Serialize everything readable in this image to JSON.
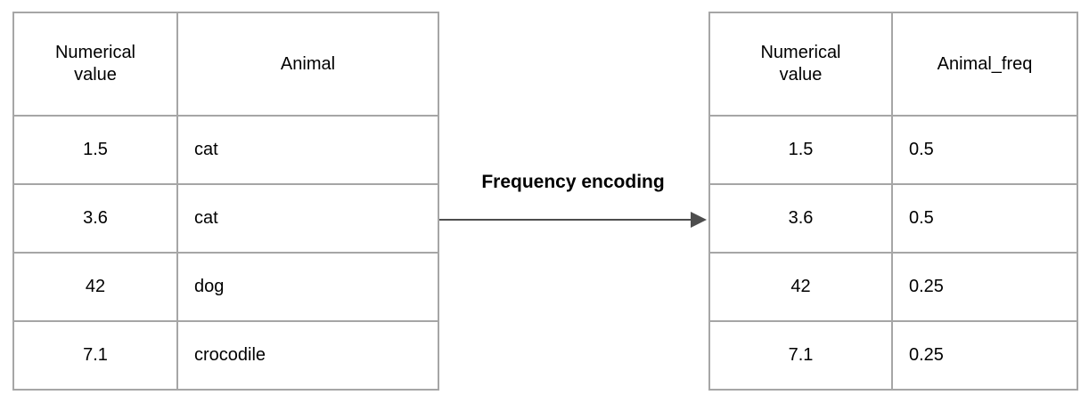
{
  "diagram": {
    "transform_label": "Frequency encoding"
  },
  "left_table": {
    "headers": [
      "Numerical\nvalue",
      "Animal"
    ],
    "rows": [
      [
        "1.5",
        "cat"
      ],
      [
        "3.6",
        "cat"
      ],
      [
        "42",
        "dog"
      ],
      [
        "7.1",
        "crocodile"
      ]
    ]
  },
  "right_table": {
    "headers": [
      "Numerical\nvalue",
      "Animal_freq"
    ],
    "rows": [
      [
        "1.5",
        "0.5"
      ],
      [
        "3.6",
        "0.5"
      ],
      [
        "42",
        "0.25"
      ],
      [
        "7.1",
        "0.25"
      ]
    ]
  },
  "colors": {
    "background": "#ffffff",
    "table_border": "#a6a6a6",
    "arrow": "#4d4d4d",
    "text": "#000000"
  }
}
